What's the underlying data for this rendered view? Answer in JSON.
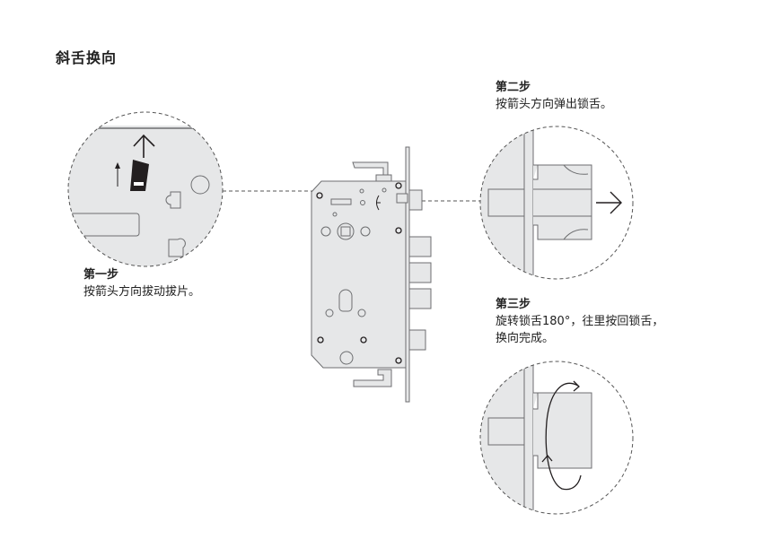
{
  "title": "斜舌换向",
  "steps": [
    {
      "heading": "第一步",
      "lines": [
        "按箭头方向拔动拔片。"
      ]
    },
    {
      "heading": "第二步",
      "lines": [
        "按箭头方向弹出锁舌。"
      ]
    },
    {
      "heading": "第三步",
      "lines": [
        "旋转锁舌180°，往里按回锁舌，",
        "换向完成。"
      ]
    }
  ],
  "colors": {
    "fill": "#e6e7e8",
    "stroke": "#6d6e70",
    "ink": "#231f20"
  }
}
